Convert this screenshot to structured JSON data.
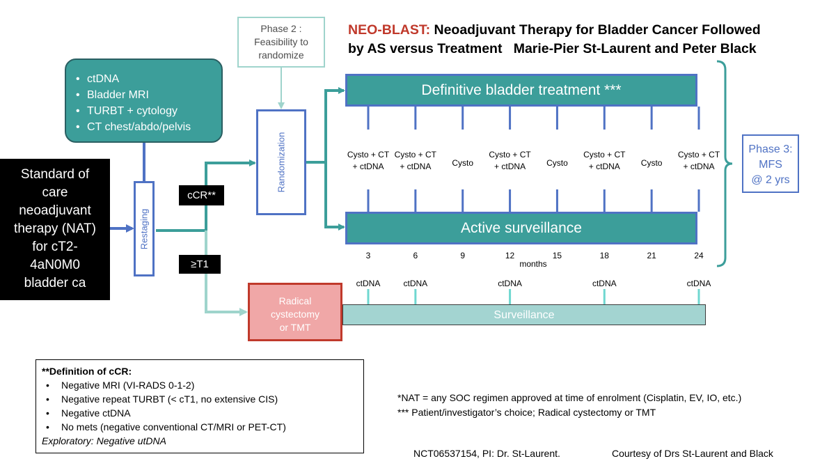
{
  "title": {
    "acronym": "NEO-BLAST:",
    "line1_rest": " Neoadjuvant Therapy for Bladder Cancer Followed",
    "line2": "by AS versus Treatment   Marie-Pier St-Laurent and Peter Black"
  },
  "phase2": {
    "line1": "Phase 2 :",
    "line2": "Feasibility to",
    "line3": "randomize"
  },
  "restaging_tests": [
    "ctDNA",
    "Bladder MRI",
    "TURBT + cytology",
    "CT chest/abdo/pelvis"
  ],
  "soc": {
    "lines": [
      "Standard of",
      "care",
      "neoadjuvant",
      "therapy (NAT)",
      "for cT2-",
      "4aN0M0",
      "bladder ca"
    ]
  },
  "restaging_label": "Restaging",
  "randomization_label": "Randomization",
  "ccr_tag": "cCR**",
  "t1_tag": "≥T1",
  "definitive_bar": "Definitive bladder treatment ***",
  "active_bar": "Active surveillance",
  "schedule": [
    {
      "month": "3",
      "l1": "Cysto + CT",
      "l2": "+ ctDNA"
    },
    {
      "month": "6",
      "l1": "Cysto + CT",
      "l2": "+ ctDNA"
    },
    {
      "month": "9",
      "l1": "Cysto",
      "l2": ""
    },
    {
      "month": "12",
      "l1": "Cysto + CT",
      "l2": "+ ctDNA"
    },
    {
      "month": "15",
      "l1": "Cysto",
      "l2": ""
    },
    {
      "month": "18",
      "l1": "Cysto + CT",
      "l2": "+ ctDNA"
    },
    {
      "month": "21",
      "l1": "Cysto",
      "l2": ""
    },
    {
      "month": "24",
      "l1": "Cysto + CT",
      "l2": "+ ctDNA"
    }
  ],
  "months_label": "months",
  "phase3": {
    "line1": "Phase 3:",
    "line2": "MFS",
    "line3": "@ 2 yrs"
  },
  "radical": {
    "line1": "Radical",
    "line2": "cystectomy",
    "line3": "or TMT"
  },
  "surveillance_bar": "Surveillance",
  "ctdna_label": "ctDNA",
  "ctdna_months": [
    3,
    6,
    12,
    18,
    24
  ],
  "definition": {
    "heading": "**Definition of cCR:",
    "items": [
      "Negative MRI (VI-RADS 0-1-2)",
      "Negative repeat TURBT (< cT1, no extensive CIS)",
      "Negative ctDNA",
      "No mets (negative conventional CT/MRI or PET-CT)"
    ],
    "exploratory": "Exploratory: Negative utDNA"
  },
  "footnotes": {
    "nat": "*NAT = any SOC regimen approved at time of enrolment (Cisplatin, EV, IO, etc.)",
    "choice": "*** Patient/investigator’s choice; Radical cystectomy or TMT"
  },
  "trial_id": "NCT06537154, PI: Dr. St-Laurent.",
  "courtesy": "Courtesy of Drs St-Laurent and Black",
  "colors": {
    "teal": "#3c9e9a",
    "light_teal": "#9fd4cc",
    "blue": "#4f72c4",
    "red": "#c0392b",
    "pink": "#f0a7a7"
  }
}
